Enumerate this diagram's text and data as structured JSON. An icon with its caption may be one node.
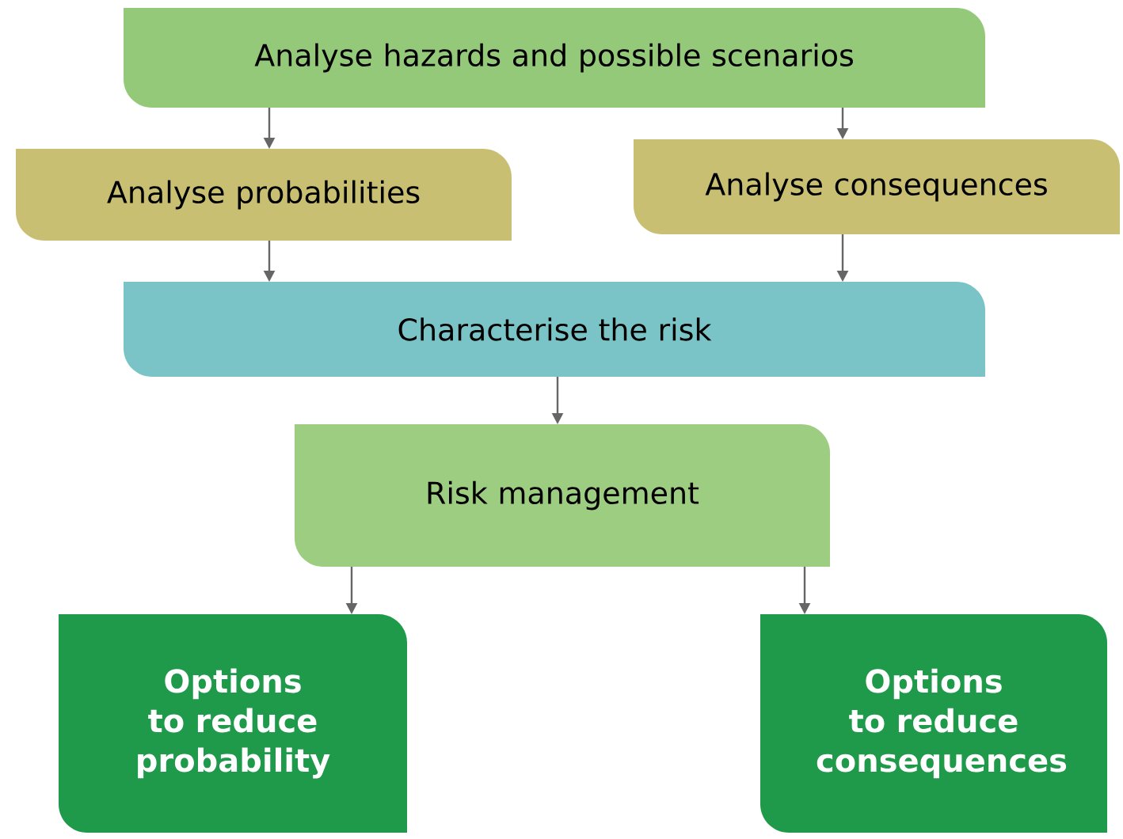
{
  "diagram": {
    "nodes": [
      {
        "text": [
          "Analyse hazards and possible scenarios"
        ]
      },
      {
        "text": [
          "Analyse probabilities"
        ]
      },
      {
        "text": [
          "Analyse consequences"
        ]
      },
      {
        "text": [
          "Characterise the risk"
        ]
      },
      {
        "text": [
          "Risk management"
        ]
      },
      {
        "text": [
          "Options to reduce probability"
        ]
      },
      {
        "text": [
          "Options to reduce consequences"
        ]
      }
    ],
    "edges": [
      {
        "from": 0,
        "to": 1,
        "arrow": "to"
      },
      {
        "from": 0,
        "to": 2,
        "arrow": "to"
      },
      {
        "from": 1,
        "to": 3,
        "arrow": "to"
      },
      {
        "from": 2,
        "to": 3,
        "arrow": "to"
      },
      {
        "from": 3,
        "to": 4,
        "arrow": "to"
      },
      {
        "from": 4,
        "to": 5,
        "arrow": "to"
      },
      {
        "from": 4,
        "to": 6,
        "arrow": "to"
      }
    ]
  }
}
